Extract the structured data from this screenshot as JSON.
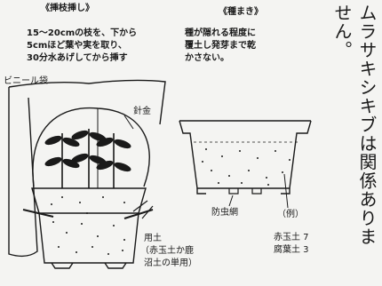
{
  "left": {
    "title": "《挿枝挿し》",
    "description": [
      "15～20cmの枝を、下から",
      "5cmほど葉や実を取り、",
      "30分水あげしてから挿す"
    ],
    "labels": {
      "bag": "ビニール袋",
      "wire": "針金",
      "soil": "用土",
      "soil_note_1": "（赤玉土か鹿",
      "soil_note_2": "沼土の単用）"
    }
  },
  "right": {
    "title": "《種まき》",
    "description": [
      "種が隠れる程度に",
      "覆土し発芽まで乾",
      "かさない。"
    ],
    "labels": {
      "net": "防虫網",
      "example": "（例）",
      "mix_1": "赤玉土 7",
      "mix_2": "腐葉土 3"
    }
  },
  "vertical": {
    "col1": "ムラサキシキブは関係ありま",
    "col2": "せん。"
  },
  "colors": {
    "ink": "#1a1a1a",
    "paper": "#f4f4f2"
  }
}
